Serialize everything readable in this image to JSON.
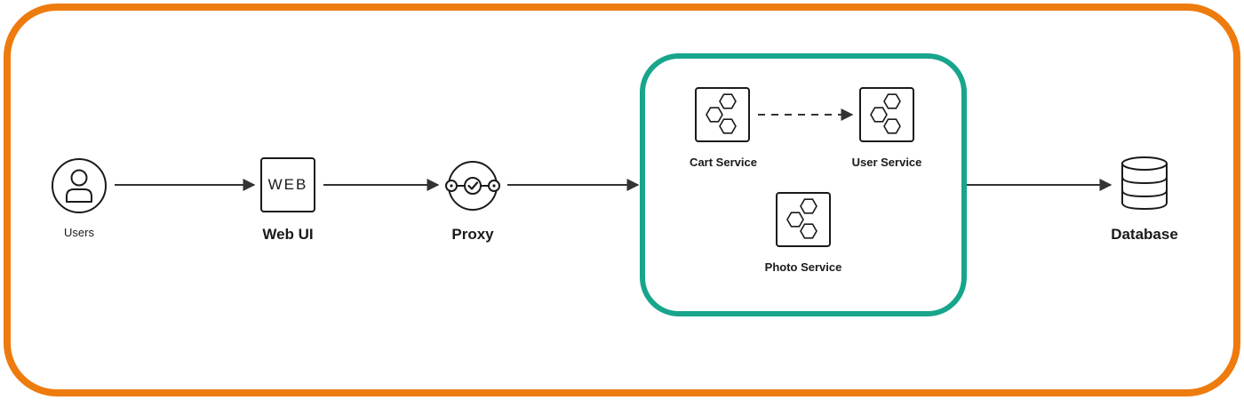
{
  "colors": {
    "outer_frame": "#EE7B0E",
    "service_group_frame": "#17A58C",
    "stroke": "#1a1a1a"
  },
  "nodes": {
    "users": {
      "label": "Users",
      "icon": "user-icon"
    },
    "web_ui": {
      "label": "Web UI",
      "icon_text": "WEB",
      "icon": "web-icon"
    },
    "proxy": {
      "label": "Proxy",
      "icon": "proxy-icon"
    },
    "cart_service": {
      "label": "Cart Service",
      "icon": "microservice-icon"
    },
    "user_service": {
      "label": "User Service",
      "icon": "microservice-icon"
    },
    "photo_service": {
      "label": "Photo Service",
      "icon": "microservice-icon"
    },
    "database": {
      "label": "Database",
      "icon": "database-icon"
    }
  },
  "edges": [
    {
      "from": "users",
      "to": "web_ui",
      "style": "solid"
    },
    {
      "from": "web_ui",
      "to": "proxy",
      "style": "solid"
    },
    {
      "from": "proxy",
      "to": "service_group",
      "style": "solid"
    },
    {
      "from": "cart_service",
      "to": "user_service",
      "style": "dashed"
    },
    {
      "from": "service_group",
      "to": "database",
      "style": "solid"
    }
  ]
}
